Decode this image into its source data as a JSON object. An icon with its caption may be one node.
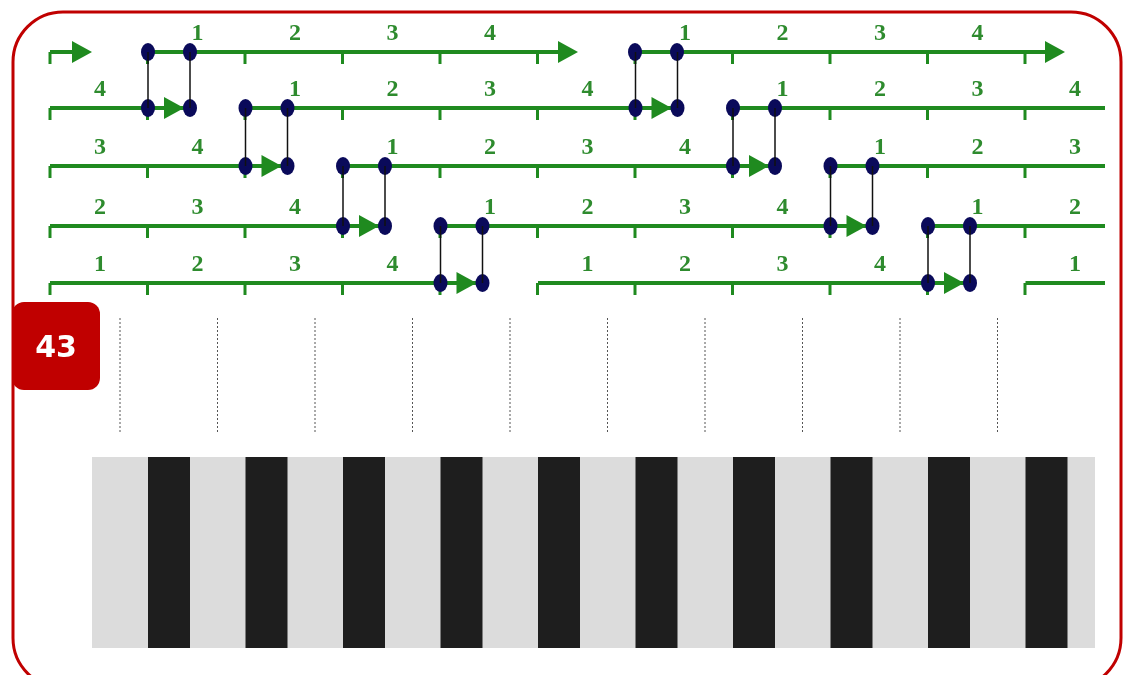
{
  "diagram": {
    "nodes": [
      {
        "text": [
          "43"
        ]
      }
    ],
    "labels": [
      "1",
      "2",
      "3",
      "4",
      "1",
      "2",
      "3",
      "4",
      "4",
      "1",
      "2",
      "3",
      "4",
      "1",
      "2",
      "3",
      "4",
      "3",
      "4",
      "1",
      "2",
      "3",
      "4",
      "1",
      "2",
      "3",
      "2",
      "3",
      "4",
      "1",
      "2",
      "3",
      "4",
      "1",
      "2",
      "1",
      "2",
      "3",
      "4",
      "1",
      "2",
      "3",
      "4",
      "1"
    ]
  }
}
